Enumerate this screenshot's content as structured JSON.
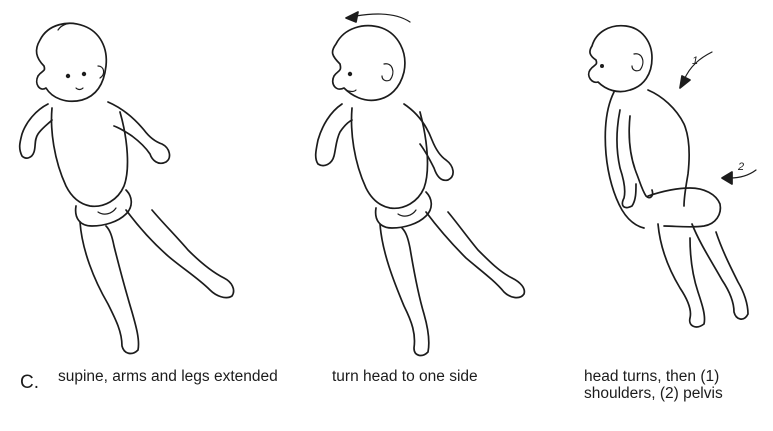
{
  "figure": {
    "letter": "C.",
    "panels": [
      {
        "caption": "supine, arms and legs extended"
      },
      {
        "caption": "turn head to one side"
      },
      {
        "caption": "head turns, then (1) shoulders, (2) pelvis"
      }
    ],
    "arrow_labels": [
      "1",
      "2"
    ]
  }
}
